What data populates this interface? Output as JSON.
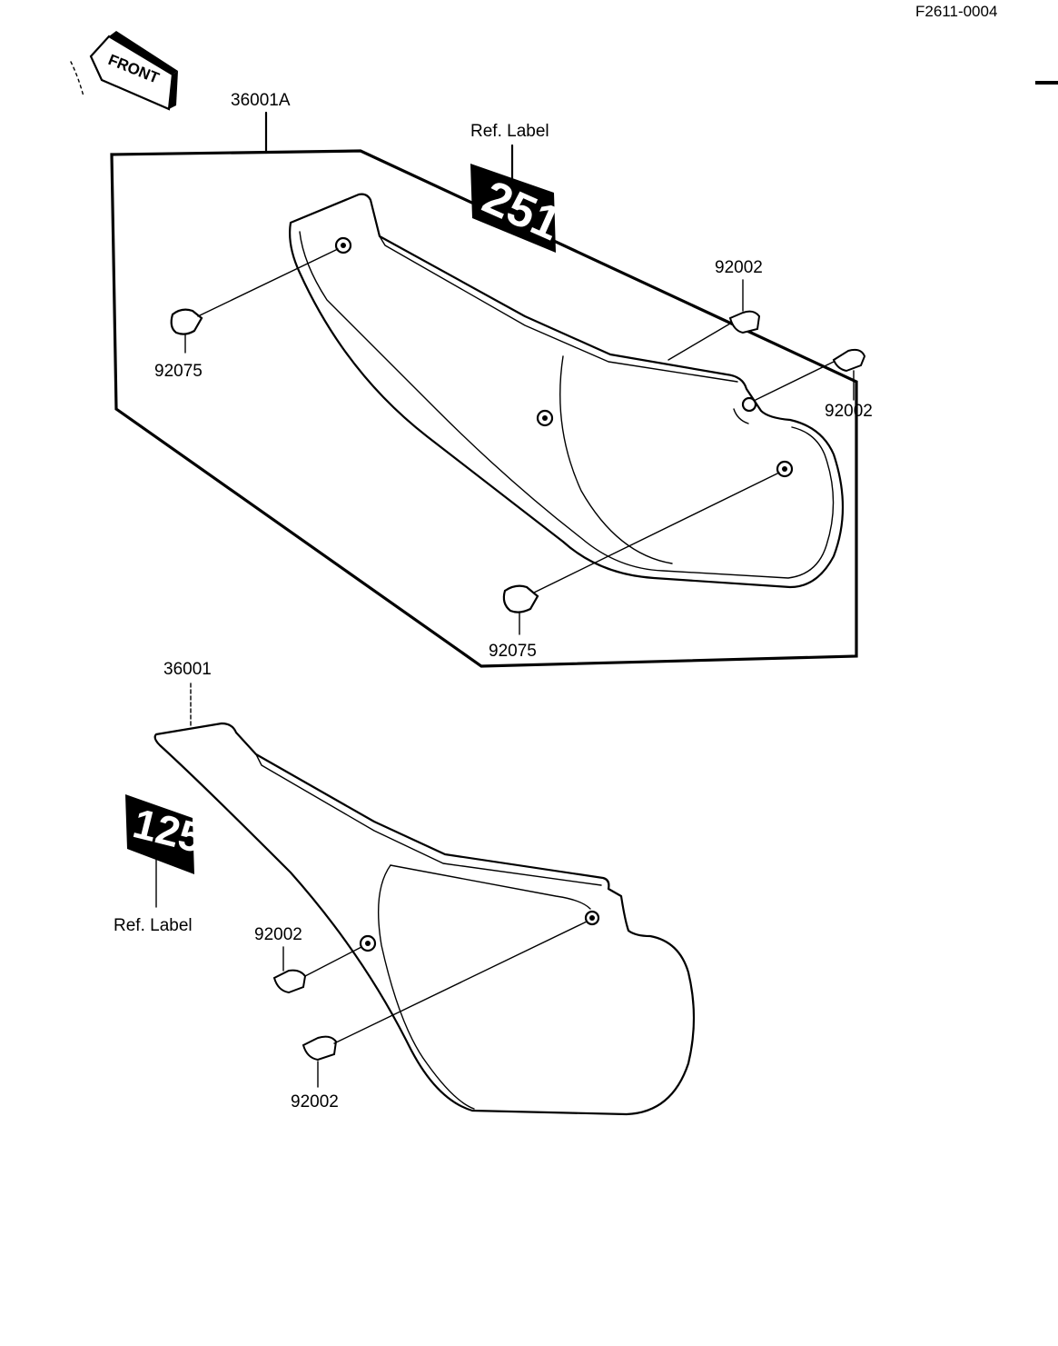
{
  "diagram_code": "F2611-0004",
  "front_arrow": {
    "label": "FRONT"
  },
  "labels": {
    "top_cover_part": "36001A",
    "top_ref_label": "Ref. Label",
    "top_badge": "251",
    "top_bolt_upper": "92002",
    "top_bolt_right": "92002",
    "top_damper_left": "92075",
    "top_damper_bottom": "92075",
    "bottom_cover_part": "36001",
    "bottom_badge": "125",
    "bottom_ref_label": "Ref. Label",
    "bottom_bolt_upper": "92002",
    "bottom_bolt_lower": "92002"
  },
  "colors": {
    "ink": "#000000",
    "paper": "#ffffff"
  }
}
